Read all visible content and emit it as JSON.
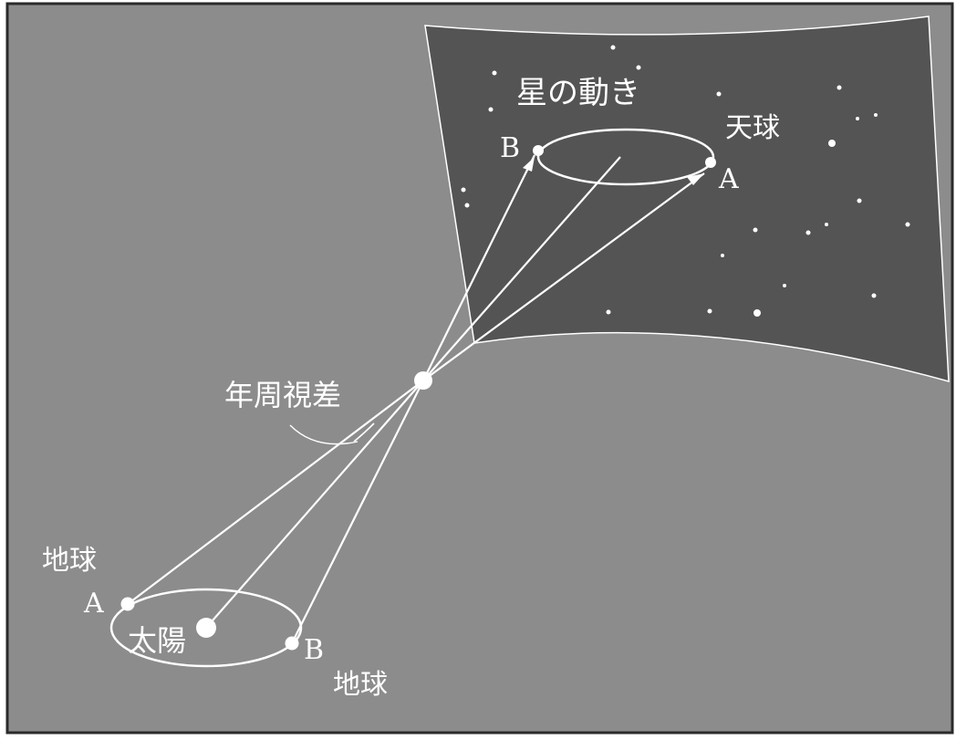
{
  "colors": {
    "background": "#8c8c8c",
    "sky_panel": "#545454",
    "lines": "#ffffff",
    "frame": "#2a2a2a"
  },
  "labels": {
    "star_motion": "星の動き",
    "celestial_sphere": "天球",
    "point_a_sky": "A",
    "point_b_sky": "B",
    "annual_parallax": "年周視差",
    "earth_a": "地球",
    "point_a_orbit": "A",
    "sun": "太陽",
    "point_b_orbit": "B",
    "earth_b": "地球"
  }
}
